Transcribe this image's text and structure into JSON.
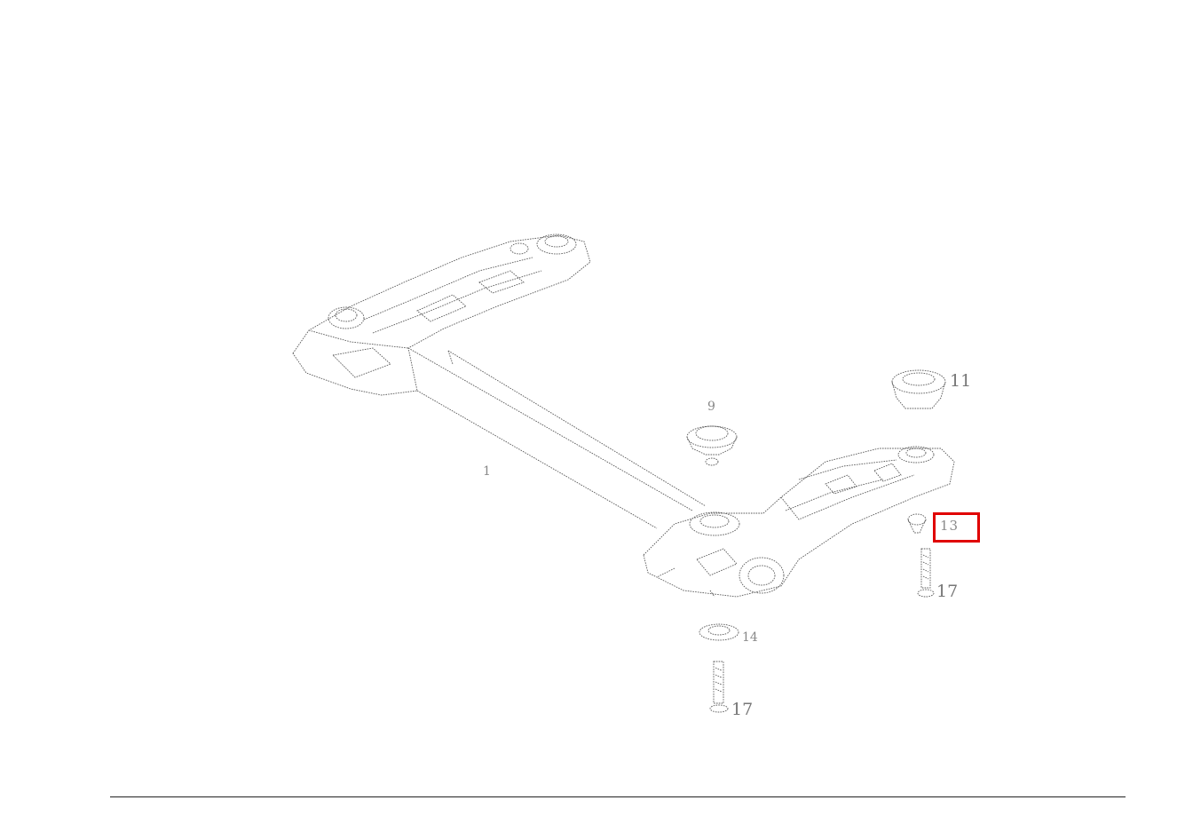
{
  "diagram": {
    "callouts": {
      "subframe": "1",
      "mount_top": "9",
      "mount_right": "11",
      "highlighted": "13",
      "bolt_right": "17",
      "washer_bottom": "14",
      "bolt_bottom": "17"
    },
    "highlight_color": "#e00000",
    "line_color": "#5a5a5a"
  }
}
